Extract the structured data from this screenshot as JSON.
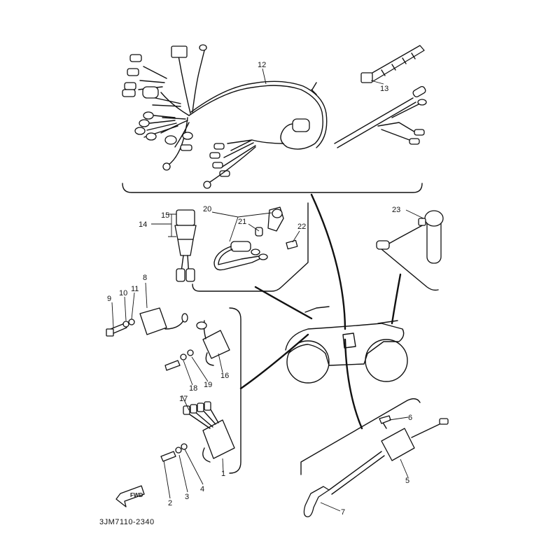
{
  "drawing_code": "3JM7110-2340",
  "fwd_label": "FWD",
  "callouts": [
    {
      "id": "c1",
      "text": "1"
    },
    {
      "id": "c2",
      "text": "2"
    },
    {
      "id": "c3",
      "text": "3"
    },
    {
      "id": "c4",
      "text": "4"
    },
    {
      "id": "c5",
      "text": "5"
    },
    {
      "id": "c6",
      "text": "6"
    },
    {
      "id": "c7",
      "text": "7"
    },
    {
      "id": "c8",
      "text": "8"
    },
    {
      "id": "c9",
      "text": "9"
    },
    {
      "id": "c10",
      "text": "10"
    },
    {
      "id": "c11",
      "text": "11"
    },
    {
      "id": "c12",
      "text": "12"
    },
    {
      "id": "c13",
      "text": "13"
    },
    {
      "id": "c14",
      "text": "14"
    },
    {
      "id": "c15",
      "text": "15"
    },
    {
      "id": "c16",
      "text": "16"
    },
    {
      "id": "c17",
      "text": "17"
    },
    {
      "id": "c18",
      "text": "18"
    },
    {
      "id": "c19",
      "text": "19"
    },
    {
      "id": "c20",
      "text": "20"
    },
    {
      "id": "c21",
      "text": "21"
    },
    {
      "id": "c22",
      "text": "22"
    },
    {
      "id": "c23",
      "text": "23"
    }
  ]
}
